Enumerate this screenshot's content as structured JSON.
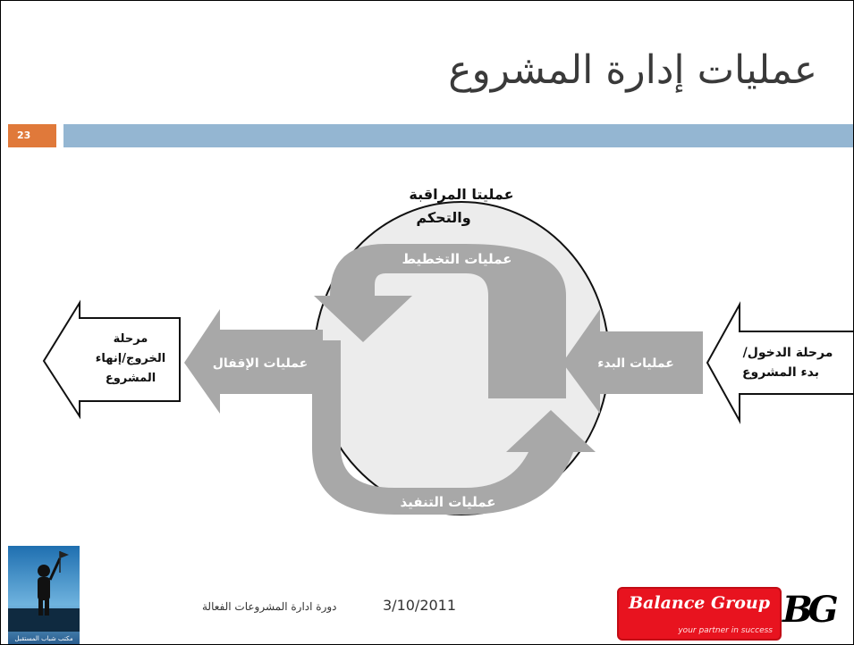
{
  "slide": {
    "title": "عمليات إدارة المشروع",
    "page_number": "23"
  },
  "diagram": {
    "monitoring": [
      "عمليتا المراقبة",
      "والتحكم"
    ],
    "planning": "عمليات التخطيط",
    "executing": "عمليات التنفيذ",
    "initiating": "عمليات البدء",
    "closing": "عمليات الإقفال",
    "entry_phase": [
      "مرحلة الدخول/",
      "بدء المشروع"
    ],
    "exit_phase": [
      "مرحلة",
      "الخروج/إنهاء",
      "المشروع"
    ]
  },
  "footer": {
    "course": "دورة ادارة المشروعات الفعالة",
    "date": "3/10/2011",
    "left_logo_caption": "مكتب شباب المستقبل",
    "company_name": "Balance Group",
    "company_tagline": "your partner in success",
    "company_mark": "BG"
  },
  "colors": {
    "title_band": "#94b6d2",
    "page_badge": "#e0793a",
    "diagram_fill": "#ececec",
    "arrow_fill": "#a8a8a8",
    "logo_red": "#e8131f"
  }
}
